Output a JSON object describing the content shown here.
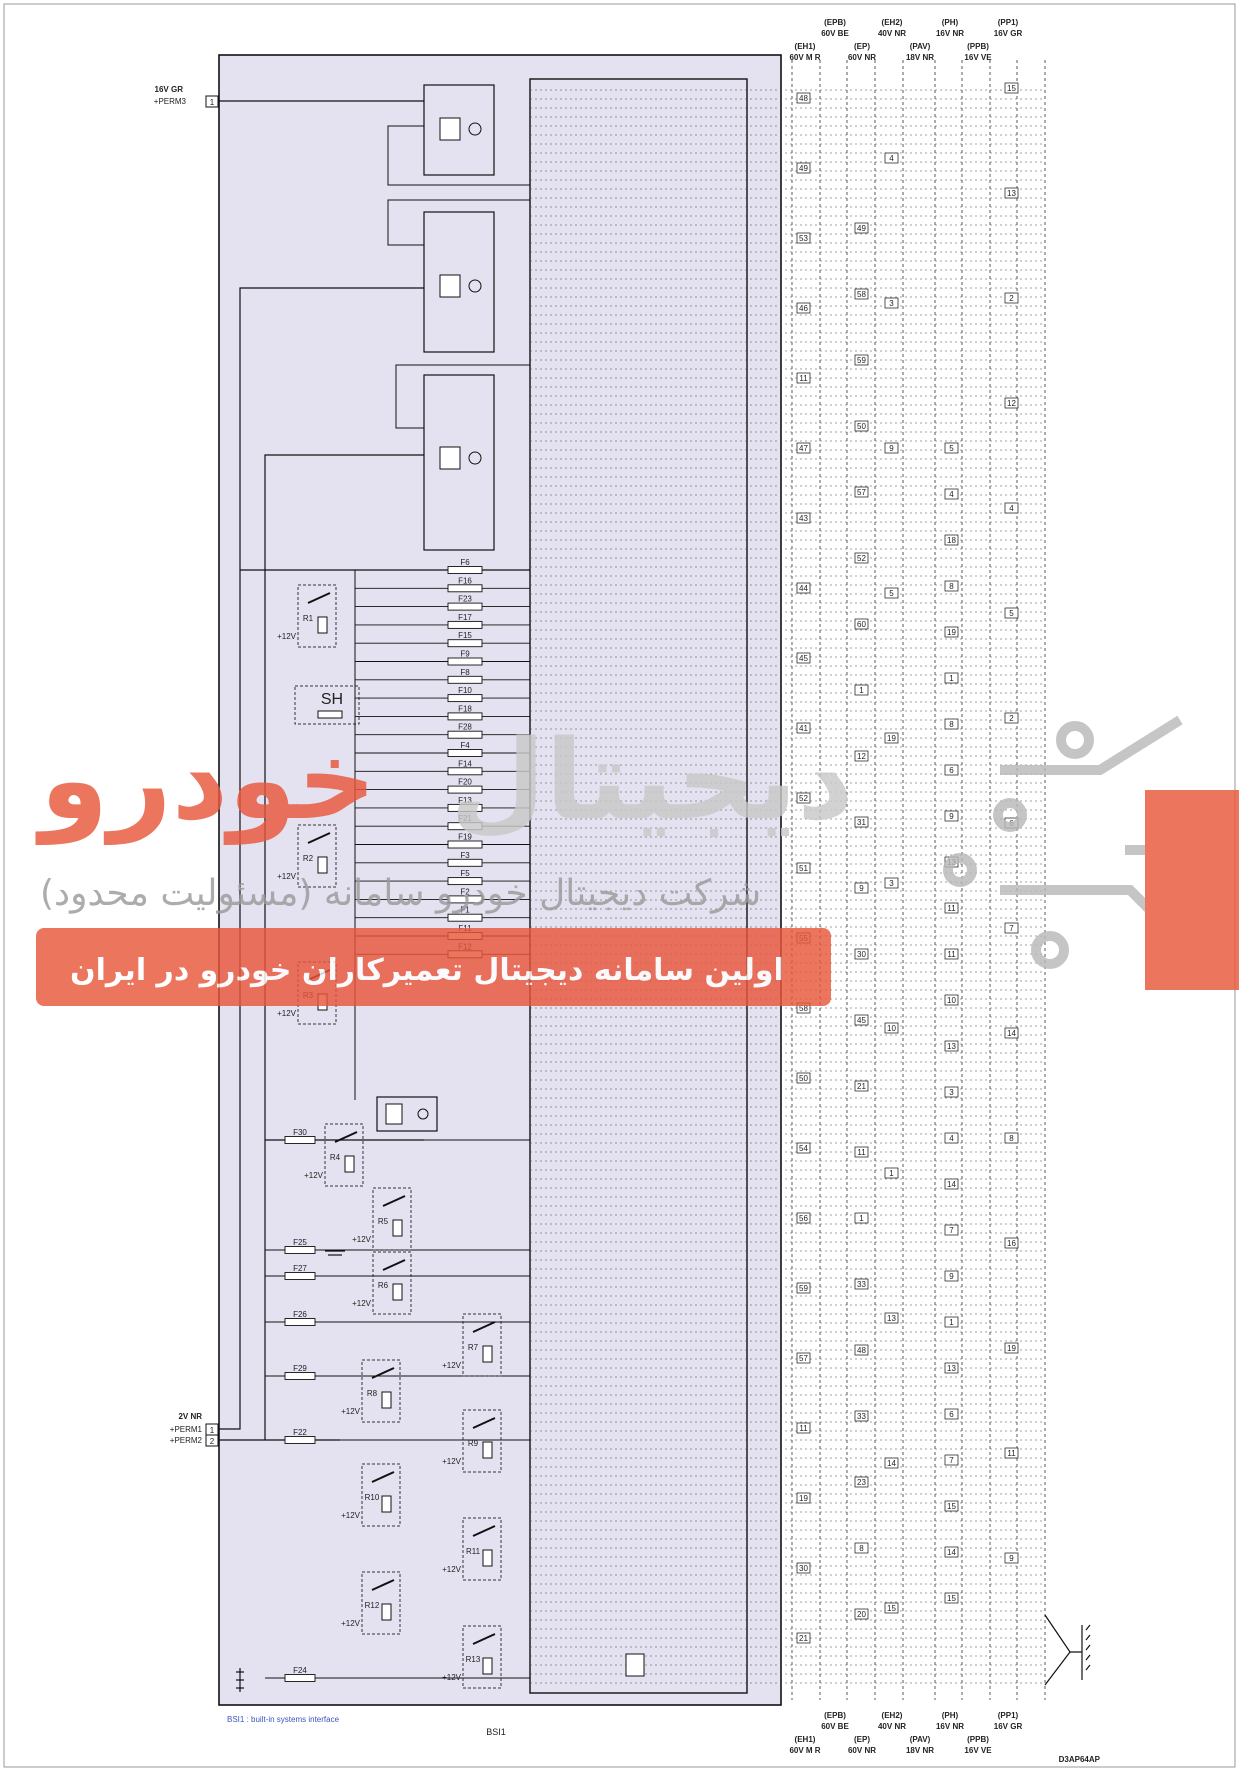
{
  "left_connector": {
    "top": {
      "title": "16V GR",
      "signal": "+PERM3",
      "pin": "1"
    },
    "bottom": {
      "title": "2V NR",
      "signals": [
        "+PERM1",
        "+PERM2"
      ],
      "pins": [
        "1",
        "2"
      ]
    }
  },
  "top_header": {
    "upper": [
      {
        "code": "(EPB)",
        "desc": "60V BE"
      },
      {
        "code": "(EH2)",
        "desc": "40V NR"
      },
      {
        "code": "(PH)",
        "desc": "16V NR"
      },
      {
        "code": "(PP1)",
        "desc": "16V GR"
      }
    ],
    "lower": [
      {
        "code": "(EH1)",
        "desc": "60V M R"
      },
      {
        "code": "(EP)",
        "desc": "60V NR"
      },
      {
        "code": "(PAV)",
        "desc": "18V NR"
      },
      {
        "code": "(PPB)",
        "desc": "16V VE"
      }
    ]
  },
  "bottom_header": {
    "upper": [
      {
        "code": "(EPB)",
        "desc": "60V BE"
      },
      {
        "code": "(EH2)",
        "desc": "40V NR"
      },
      {
        "code": "(PH)",
        "desc": "16V NR"
      },
      {
        "code": "(PP1)",
        "desc": "16V GR"
      }
    ],
    "lower": [
      {
        "code": "(EH1)",
        "desc": "60V M R"
      },
      {
        "code": "(EP)",
        "desc": "60V NR"
      },
      {
        "code": "(PAV)",
        "desc": "18V NR"
      },
      {
        "code": "(PPB)",
        "desc": "16V VE"
      }
    ]
  },
  "fuses": [
    "F6",
    "F16",
    "F23",
    "F17",
    "F15",
    "F9",
    "F8",
    "F10",
    "F18",
    "F28",
    "F4",
    "F14",
    "F20",
    "F13",
    "F21",
    "F19",
    "F3",
    "F5",
    "F2",
    "F1",
    "F11",
    "F12"
  ],
  "lower_fuses": [
    "F30",
    "F25",
    "F27",
    "F26",
    "F29",
    "F22",
    "F24"
  ],
  "relays": [
    "R1",
    "R2",
    "R3",
    "R4",
    "R5",
    "R6",
    "R7",
    "R8",
    "R9",
    "R10",
    "R11",
    "R12",
    "R13"
  ],
  "supply_label": "+12V",
  "shunt_label": "SH",
  "pins_col1": [
    "48",
    "49",
    "53",
    "46",
    "11",
    "47",
    "43",
    "44",
    "45",
    "41",
    "52",
    "51",
    "55",
    "58",
    "50",
    "54",
    "56",
    "59",
    "57",
    "11",
    "19",
    "30",
    "21"
  ],
  "pins_col2": [
    "49",
    "58",
    "59",
    "50",
    "57",
    "52",
    "60",
    "1",
    "12",
    "31",
    "9",
    "30",
    "45",
    "21",
    "11",
    "1",
    "33",
    "48",
    "33",
    "23",
    "8",
    "20"
  ],
  "pins_col3": [
    "4",
    "3",
    "9",
    "5",
    "19",
    "3",
    "10",
    "1",
    "13",
    "14",
    "15"
  ],
  "pins_col4": [
    "5",
    "4",
    "18",
    "8",
    "19",
    "1",
    "8",
    "6",
    "9",
    "13",
    "11",
    "11",
    "10",
    "13",
    "3",
    "4",
    "14",
    "7",
    "9",
    "1",
    "13",
    "6",
    "7",
    "15",
    "14",
    "15"
  ],
  "pins_col5": [
    "15",
    "13",
    "2",
    "12",
    "4",
    "5",
    "2",
    "6",
    "7",
    "14",
    "8",
    "16",
    "19",
    "11",
    "9"
  ],
  "footer": {
    "note": "BSI1 : built-in systems interface",
    "module": "BSI1",
    "drawing_ref": "D3AP64AP"
  },
  "watermark": {
    "logo_left": "خودرو",
    "logo_right": "دیجیتال",
    "line1": "شرکت دیجیتال خودرو سامانه (مسئولیت محدود)",
    "line2": "اولین سامانه دیجیتال تعمیرکاران خودرو در ایران",
    "color": "#e8573b"
  },
  "colors": {
    "module_fill": "#e4e2f0",
    "line": "#1a1a1a"
  }
}
